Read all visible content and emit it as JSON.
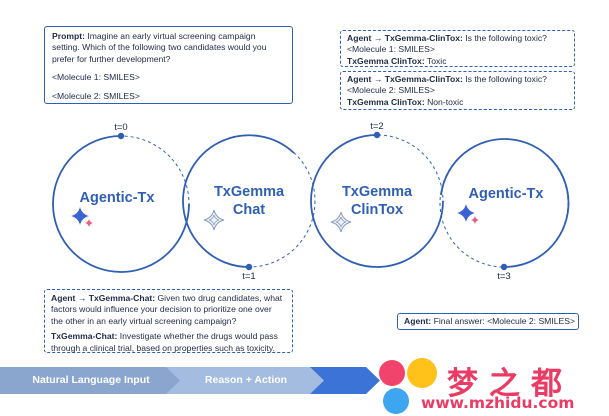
{
  "prompt_box": {
    "prefix": "Prompt:",
    "text": " Imagine an early virtual screening campaign setting. Which of the following two candidates would you prefer for further development?",
    "molecule1": "<Molecule 1: SMILES>",
    "molecule2": "<Molecule 2: SMILES>"
  },
  "clintox_box_1": {
    "agent_prefix": "Agent → TxGemma-ClinTox:",
    "agent_text": " Is the following toxic?",
    "molecule": "<Molecule 1: SMILES>",
    "reply_prefix": "TxGemma ClinTox:",
    "reply_text": " Toxic"
  },
  "clintox_box_2": {
    "agent_prefix": "Agent → TxGemma-ClinTox:",
    "agent_text": "  Is the following toxic?",
    "molecule": "<Molecule 2: SMILES>",
    "reply_prefix": "TxGemma ClinTox:",
    "reply_text": " Non-toxic"
  },
  "chat_box": {
    "agent_prefix": "Agent → TxGemma-Chat:",
    "agent_text": " Given two drug candidates, what factors would influence your decision to prioritize one over the other in an early virtual screening campaign?",
    "reply_prefix": "TxGemma-Chat:",
    "reply_text": " Investigate whether the drugs would pass through a clinical trial, based on properties such as toxicity."
  },
  "answer_box": {
    "prefix": "Agent:",
    "text": "  Final answer: <Molecule 2: SMILES>"
  },
  "circles": [
    {
      "line1": "Agentic-Tx",
      "line2": ""
    },
    {
      "line1": "TxGemma",
      "line2": "Chat"
    },
    {
      "line1": "TxGemma",
      "line2": "ClinTox"
    },
    {
      "line1": "Agentic-Tx",
      "line2": ""
    }
  ],
  "time_steps": [
    "t=0",
    "t=1",
    "t=2",
    "t=3"
  ],
  "pipeline": [
    "Natural Language Input",
    "Reason + Action",
    ""
  ],
  "watermark": {
    "title": "梦之都",
    "url": "www.mzhidu.com"
  },
  "colors": {
    "accent": "#2f5fb5",
    "sparkle_blue": "#3c63d6",
    "sparkle_pink": "#e65c8a",
    "watermark": "#ea3b64"
  }
}
